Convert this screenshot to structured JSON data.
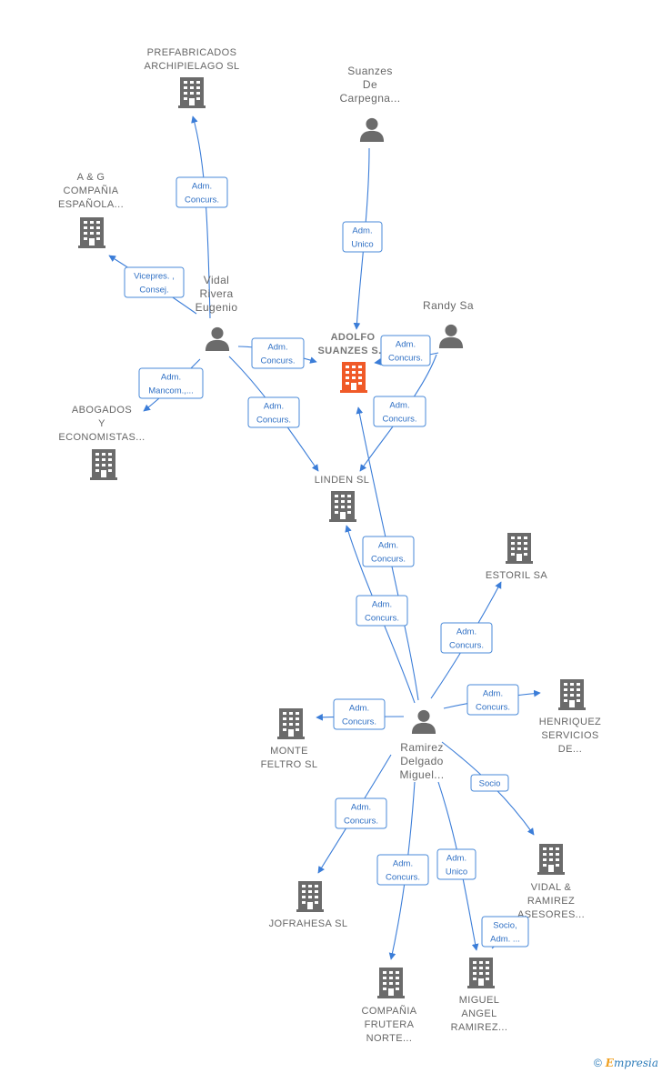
{
  "colors": {
    "edge": "#3b7dd8",
    "node_default": "#6b6b6b",
    "node_highlight": "#f05a28",
    "label": "#666666"
  },
  "nodes": [
    {
      "id": "prefabricados",
      "kind": "company",
      "lines": [
        "PREFABRICADOS",
        "ARCHIPIELAGO SL"
      ]
    },
    {
      "id": "suanzes",
      "kind": "person",
      "lines": [
        "Suanzes",
        "De",
        "Carpegna..."
      ]
    },
    {
      "id": "ayg",
      "kind": "company",
      "lines": [
        "A & G",
        "COMPAÑIA",
        "ESPAÑOLA..."
      ]
    },
    {
      "id": "vidal",
      "kind": "person",
      "lines": [
        "Vidal",
        "Rivera",
        "Eugenio"
      ]
    },
    {
      "id": "adolfo",
      "kind": "company",
      "highlight": true,
      "lines": [
        "ADOLFO",
        "SUANZES S..."
      ]
    },
    {
      "id": "randy",
      "kind": "person",
      "lines": [
        "Randy Sa"
      ]
    },
    {
      "id": "abogados",
      "kind": "company",
      "lines": [
        "ABOGADOS",
        "Y",
        "ECONOMISTAS..."
      ]
    },
    {
      "id": "linden",
      "kind": "company",
      "lines": [
        "LINDEN SL"
      ]
    },
    {
      "id": "estoril",
      "kind": "company",
      "lines": [
        "ESTORIL SA"
      ]
    },
    {
      "id": "henriquez",
      "kind": "company",
      "lines": [
        "HENRIQUEZ",
        "SERVICIOS",
        "DE..."
      ]
    },
    {
      "id": "monte",
      "kind": "company",
      "lines": [
        "MONTE",
        "FELTRO SL"
      ]
    },
    {
      "id": "ramirez",
      "kind": "person",
      "lines": [
        "Ramirez",
        "Delgado",
        "Miguel..."
      ]
    },
    {
      "id": "vidalramirez",
      "kind": "company",
      "lines": [
        "VIDAL &",
        "RAMIREZ",
        "ASESORES..."
      ]
    },
    {
      "id": "jofrahesa",
      "kind": "company",
      "lines": [
        "JOFRAHESA SL"
      ]
    },
    {
      "id": "frutera",
      "kind": "company",
      "lines": [
        "COMPAÑIA",
        "FRUTERA",
        "NORTE..."
      ]
    },
    {
      "id": "miguelangel",
      "kind": "company",
      "lines": [
        "MIGUEL",
        "ANGEL",
        "RAMIREZ..."
      ]
    }
  ],
  "edges": [
    {
      "from": "vidal",
      "to": "prefabricados",
      "label": [
        "Adm.",
        "Concurs."
      ]
    },
    {
      "from": "suanzes",
      "to": "adolfo",
      "label": [
        "Adm.",
        "Unico"
      ]
    },
    {
      "from": "vidal",
      "to": "ayg",
      "label": [
        "Vicepres. ,",
        "Consej."
      ]
    },
    {
      "from": "vidal",
      "to": "adolfo",
      "label": [
        "Adm.",
        "Concurs."
      ]
    },
    {
      "from": "randy",
      "to": "adolfo",
      "label": [
        "Adm.",
        "Concurs."
      ]
    },
    {
      "from": "vidal",
      "to": "abogados",
      "label": [
        "Adm.",
        "Mancom.,..."
      ]
    },
    {
      "from": "vidal",
      "to": "linden",
      "label": [
        "Adm.",
        "Concurs."
      ]
    },
    {
      "from": "randy",
      "to": "linden",
      "label": [
        "Adm.",
        "Concurs."
      ]
    },
    {
      "from": "ramirez",
      "to": "adolfo",
      "label": [
        "Adm.",
        "Concurs."
      ]
    },
    {
      "from": "ramirez",
      "to": "linden",
      "label": [
        "Adm.",
        "Concurs."
      ]
    },
    {
      "from": "ramirez",
      "to": "estoril",
      "label": [
        "Adm.",
        "Concurs."
      ]
    },
    {
      "from": "ramirez",
      "to": "henriquez",
      "label": [
        "Adm.",
        "Concurs."
      ]
    },
    {
      "from": "ramirez",
      "to": "monte",
      "label": [
        "Adm.",
        "Concurs."
      ]
    },
    {
      "from": "ramirez",
      "to": "vidalramirez",
      "label": [
        "Socio"
      ]
    },
    {
      "from": "ramirez",
      "to": "jofrahesa",
      "label": [
        "Adm.",
        "Concurs."
      ]
    },
    {
      "from": "ramirez",
      "to": "frutera",
      "label": [
        "Adm.",
        "Concurs."
      ]
    },
    {
      "from": "ramirez",
      "to": "miguelangel",
      "label": [
        "Adm.",
        "Unico"
      ]
    },
    {
      "from": "miguelangel",
      "to": "ramirez",
      "label": [
        "Socio,",
        "Adm. ..."
      ]
    }
  ],
  "footer": {
    "copyright": "©",
    "brand_first": "E",
    "brand_rest": "mpresia"
  }
}
